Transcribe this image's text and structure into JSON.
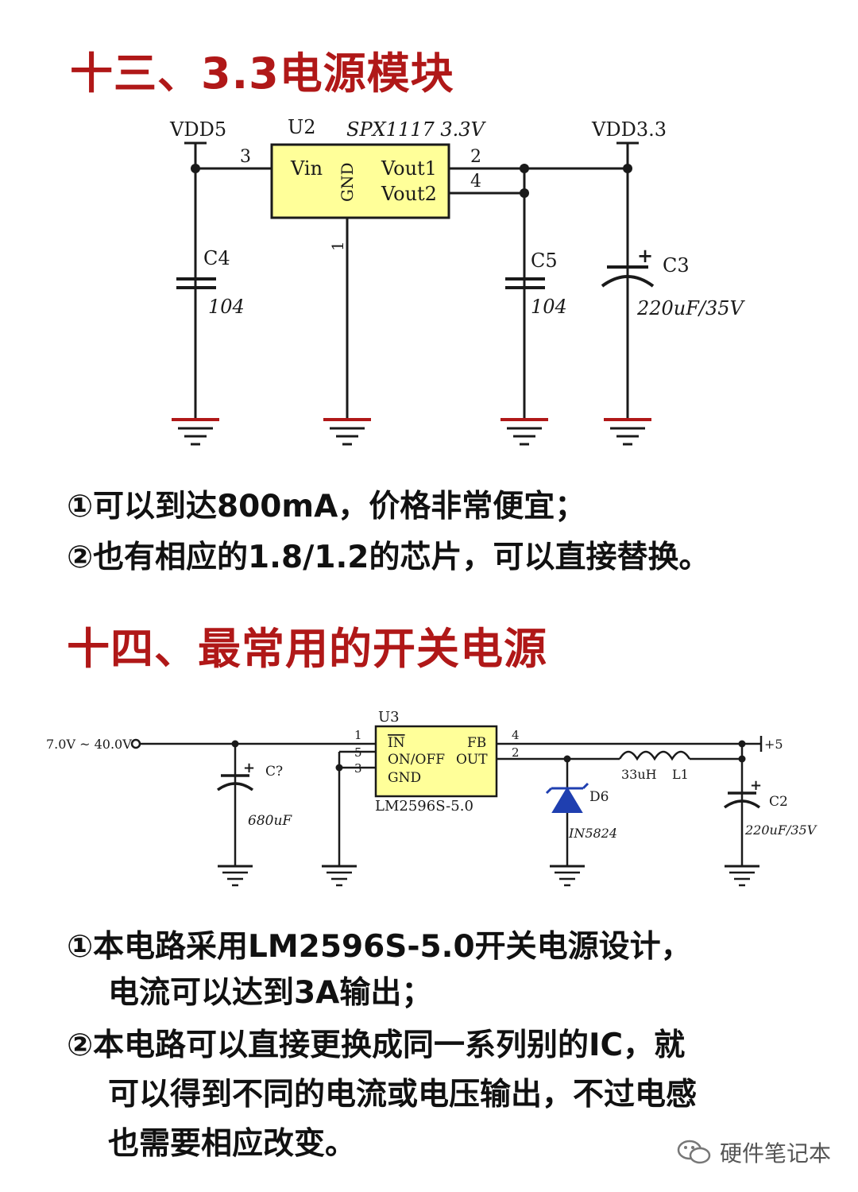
{
  "section1": {
    "title": "十三、3.3电源模块",
    "schematic": {
      "net_in": "VDD5",
      "net_out": "VDD3.3",
      "ic_ref": "U2",
      "ic_part": "SPX1117 3.3V",
      "pin_vin": "Vin",
      "pin_gnd": "GND",
      "pin_vout1": "Vout1",
      "pin_vout2": "Vout2",
      "pin_num_vin": "3",
      "pin_num_vout1": "2",
      "pin_num_vout2": "4",
      "pin_num_gnd": "1",
      "c4_ref": "C4",
      "c4_val": "104",
      "c5_ref": "C5",
      "c5_val": "104",
      "c3_ref": "C3",
      "c3_val": "220uF/35V",
      "polarity": "+"
    },
    "notes": [
      "①可以到达800mA，价格非常便宜；",
      "②也有相应的1.8/1.2的芯片，可以直接替换。"
    ]
  },
  "section2": {
    "title": "十四、最常用的开关电源",
    "schematic": {
      "input_label": "7.0V ~ 40.0V",
      "output_label": "+5",
      "ic_ref": "U3",
      "ic_part": "LM2596S-5.0",
      "pin_in": "IN",
      "pin_onoff": "ON/OFF",
      "pin_gnd": "GND",
      "pin_fb": "FB",
      "pin_out": "OUT",
      "pin_num_in": "1",
      "pin_num_onoff": "5",
      "pin_num_gnd": "3",
      "pin_num_fb": "4",
      "pin_num_out": "2",
      "cin_ref": "C?",
      "cin_val": "680uF",
      "diode_ref": "D6",
      "diode_val": "IN5824",
      "inductor_val": "33uH",
      "inductor_ref": "L1",
      "cout_ref": "C2",
      "cout_val": "220uF/35V",
      "polarity": "+"
    },
    "notes": [
      "①本电路采用LM2596S-5.0开关电源设计，",
      "电流可以达到3A输出；",
      "②本电路可以直接更换成同一系列别的IC，就",
      "可以得到不同的电流或电压输出，不过电感",
      "也需要相应改变。"
    ]
  },
  "watermark": {
    "text": "硬件笔记本",
    "icon": "wechat-icon"
  },
  "colors": {
    "heading": "#b01818",
    "ic_fill": "#ffff99",
    "diode": "#1f3fb0"
  }
}
